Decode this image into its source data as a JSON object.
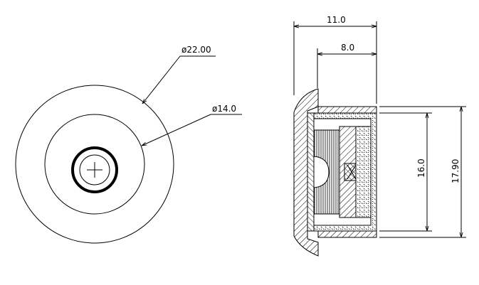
{
  "front_view": {
    "outer_diameter_label": "ø22.00",
    "inner_diameter_label": "ø14.0"
  },
  "side_view": {
    "overall_length_label": "11.0",
    "body_length_label": "8.0",
    "inner_height_label": "16.0",
    "overall_height_label": "17.90"
  }
}
